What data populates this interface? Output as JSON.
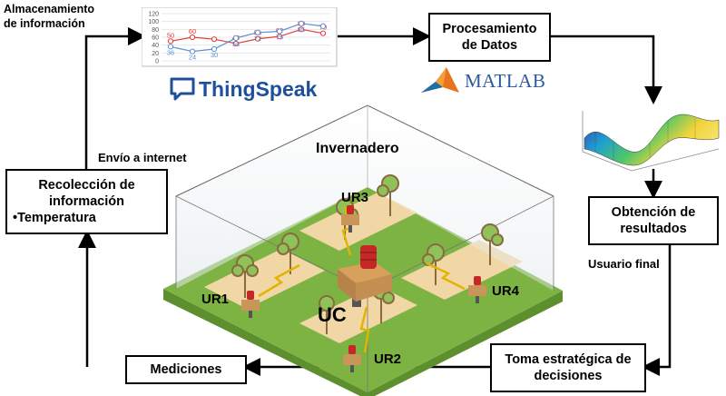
{
  "labels": {
    "storage_line1": "Almacenamiento",
    "storage_line2": "de información",
    "internet": "Envío a internet",
    "greenhouse": "Invernadero",
    "end_user": "Usuario final"
  },
  "boxes": {
    "collection_line1": "Recolección de",
    "collection_line2": "información",
    "collection_bullet": "•Temperatura",
    "processing_line1": "Procesamiento",
    "processing_line2": "de Datos",
    "results_line1": "Obtención de",
    "results_line2": "resultados",
    "decisions_line1": "Toma estratégica de",
    "decisions_line2": "decisiones",
    "measurements": "Mediciones"
  },
  "logos": {
    "thingspeak": "ThingSpeak",
    "matlab": "MATLAB"
  },
  "nodes": {
    "ur1": "UR1",
    "ur2": "UR2",
    "ur3": "UR3",
    "ur4": "UR4",
    "uc": "UC"
  },
  "colors": {
    "grass": "#7cb342",
    "soil": "#f2d7a6",
    "series_red": "#e53935",
    "series_blue": "#5c8fd6",
    "thingspeak_blue": "#1d4f9c"
  },
  "chart_data": {
    "type": "line",
    "ylim": [
      0,
      120
    ],
    "yticks": [
      "120",
      "100",
      "80",
      "60",
      "40",
      "20",
      "0"
    ],
    "series": [
      {
        "values": [
          50,
          60,
          55,
          44,
          56,
          62,
          80,
          70
        ],
        "labels": [
          "50",
          "60",
          "",
          "44",
          "56",
          "62",
          "80",
          "70"
        ]
      },
      {
        "values": [
          36,
          24,
          30,
          58,
          72,
          75,
          95,
          88
        ],
        "labels": [
          "36",
          "24",
          "30",
          "58",
          "72",
          "75",
          "95",
          ""
        ]
      }
    ]
  }
}
